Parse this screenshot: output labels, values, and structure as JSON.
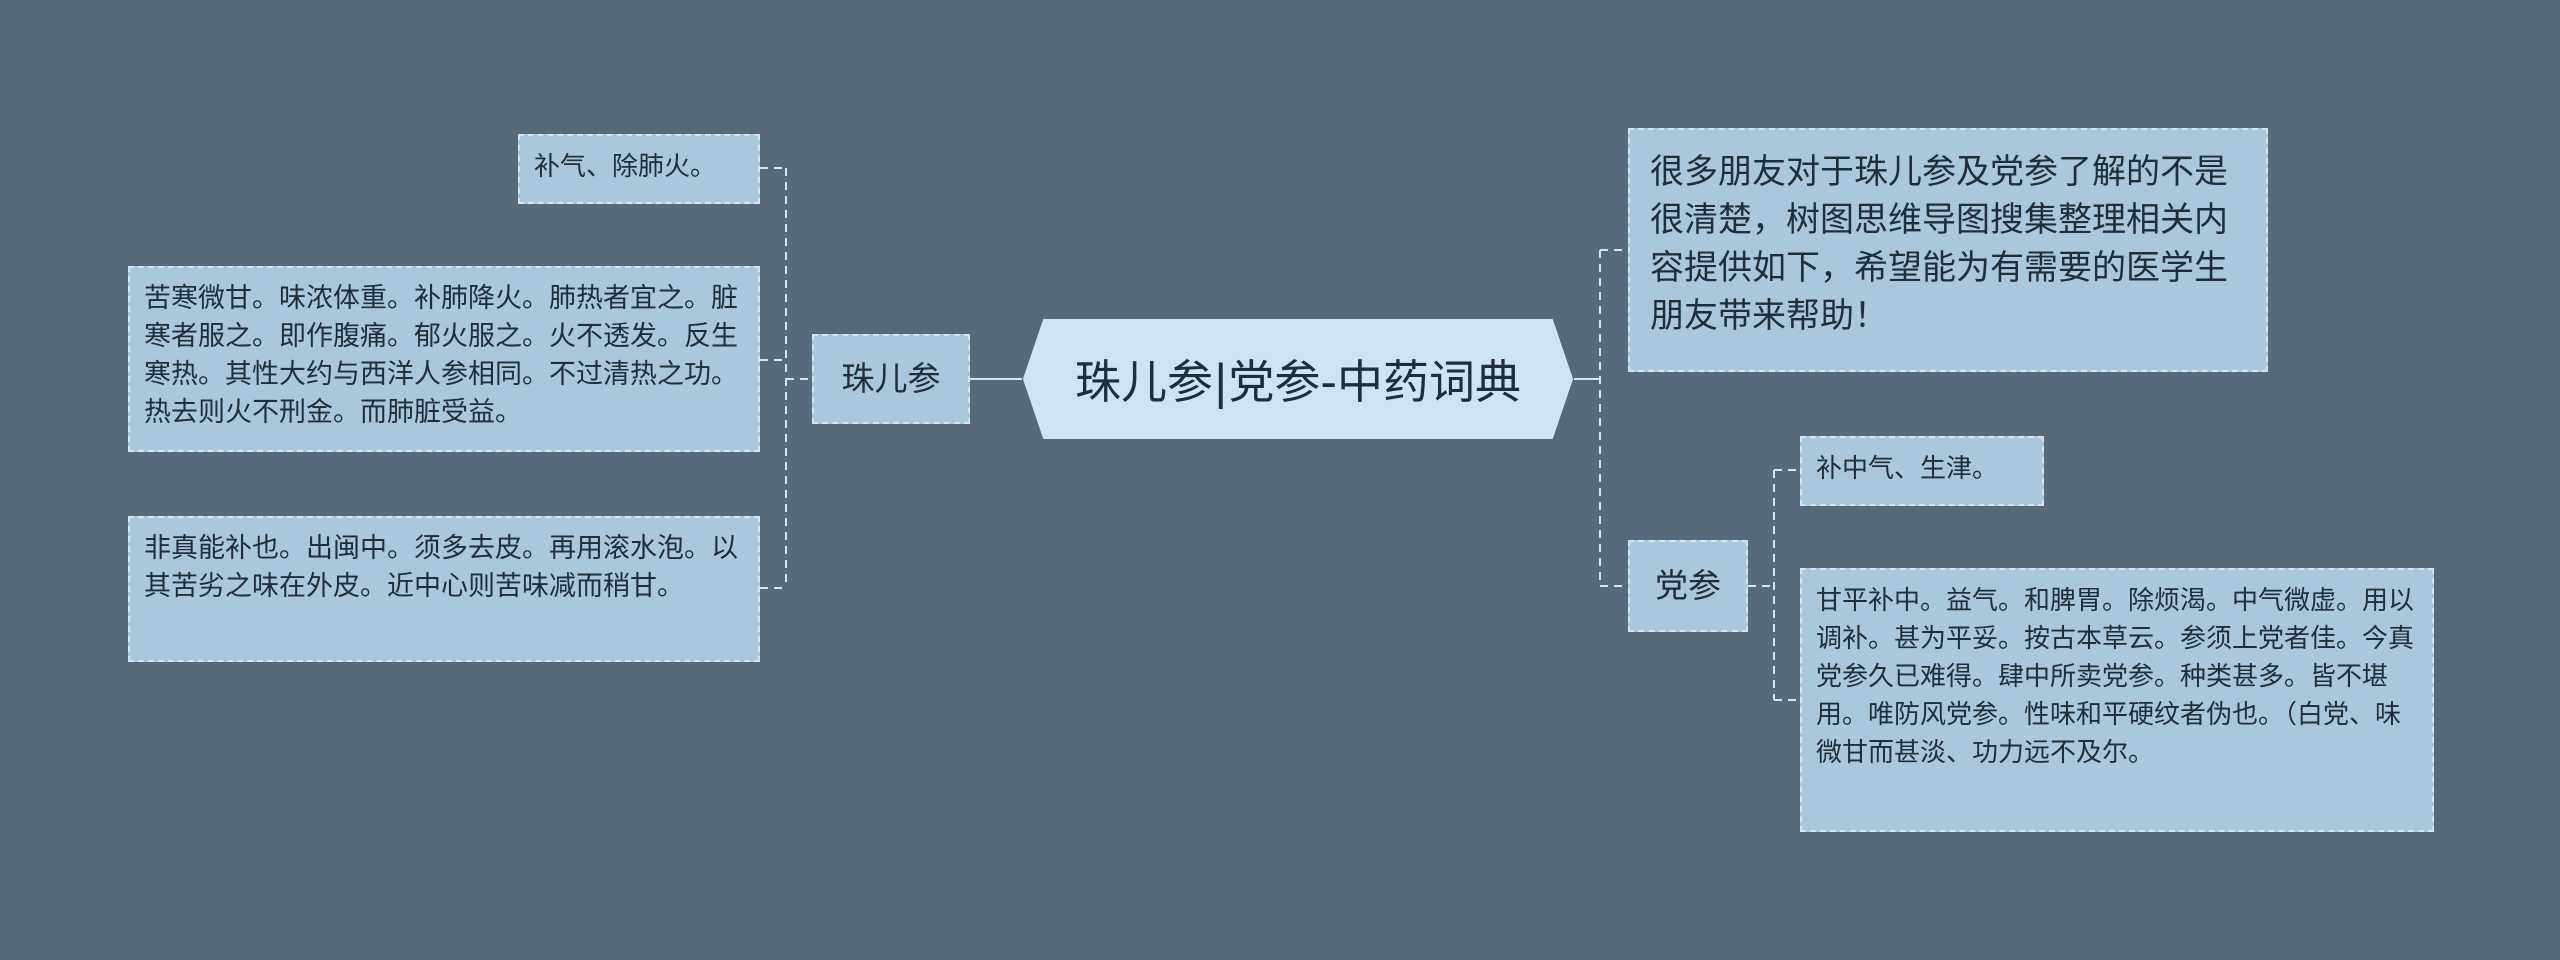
{
  "root": {
    "title": "珠儿参|党参-中药词典"
  },
  "left_branch": {
    "label": "珠儿参",
    "leaves": [
      "补气、除肺火。",
      "苦寒微甘。味浓体重。补肺降火。肺热者宜之。脏寒者服之。即作腹痛。郁火服之。火不透发。反生寒热。其性大约与西洋人参相同。不过清热之功。热去则火不刑金。而肺脏受益。",
      "非真能补也。出闽中。须多去皮。再用滚水泡。以其苦劣之味在外皮。近中心则苦味减而稍甘。"
    ]
  },
  "right_info": "很多朋友对于珠儿参及党参了解的不是很清楚，树图思维导图搜集整理相关内容提供如下，希望能为有需要的医学生朋友带来帮助！",
  "right_branch": {
    "label": "党参",
    "leaves": [
      "补中气、生津。",
      "甘平补中。益气。和脾胃。除烦渴。中气微虚。用以调补。甚为平妥。按古本草云。参须上党者佳。今真党参久已难得。肆中所卖党参。种类甚多。皆不堪用。唯防风党参。性味和平硬纹者伪也。（白党、味微甘而甚淡、功力远不及尔。"
    ]
  },
  "colors": {
    "background": "#566a79",
    "node_fill": "#a9c8de",
    "root_fill": "#cfe4f2",
    "border": "#d4e4f0",
    "text": "#1f2e3a"
  }
}
